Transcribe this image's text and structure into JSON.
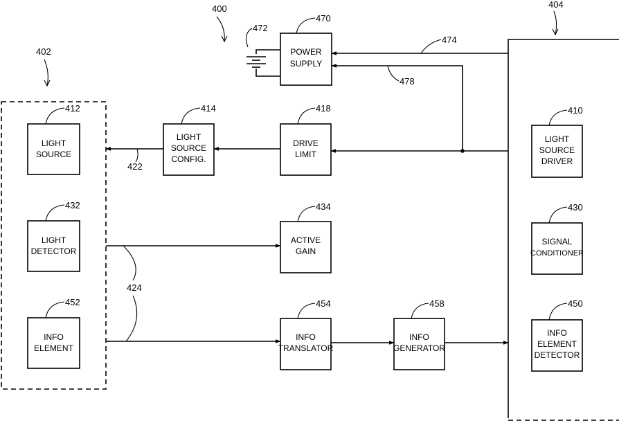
{
  "figure": {
    "ref": "400",
    "sensor_ref": "402",
    "monitor_ref": "404"
  },
  "blocks": {
    "light_source": {
      "ref": "412",
      "lines": [
        "LIGHT",
        "SOURCE"
      ]
    },
    "light_detector": {
      "ref": "432",
      "lines": [
        "LIGHT",
        "DETECTOR"
      ]
    },
    "info_element": {
      "ref": "452",
      "lines": [
        "INFO",
        "ELEMENT"
      ]
    },
    "light_source_config": {
      "ref": "414",
      "lines": [
        "LIGHT",
        "SOURCE",
        "CONFIG."
      ]
    },
    "drive_limit": {
      "ref": "418",
      "lines": [
        "DRIVE",
        "LIMIT"
      ]
    },
    "active_gain": {
      "ref": "434",
      "lines": [
        "ACTIVE",
        "GAIN"
      ]
    },
    "info_translator": {
      "ref": "454",
      "lines": [
        "INFO",
        "TRANSLATOR"
      ]
    },
    "info_generator": {
      "ref": "458",
      "lines": [
        "INFO",
        "GENERATOR"
      ]
    },
    "power_supply": {
      "ref": "470",
      "lines": [
        "POWER",
        "SUPPLY"
      ]
    },
    "light_source_driver": {
      "ref": "410",
      "lines": [
        "LIGHT",
        "SOURCE",
        "DRIVER"
      ]
    },
    "signal_conditioner": {
      "ref": "430",
      "lines": [
        "SIGNAL",
        "CONDITIONER"
      ]
    },
    "info_element_detector": {
      "ref": "450",
      "lines": [
        "INFO",
        "ELEMENT",
        "DETECTOR"
      ]
    }
  },
  "connections": {
    "battery": "472",
    "power_line_out": "474",
    "power_line_in": "478",
    "source_cable": "422",
    "detector_cables": "424"
  }
}
